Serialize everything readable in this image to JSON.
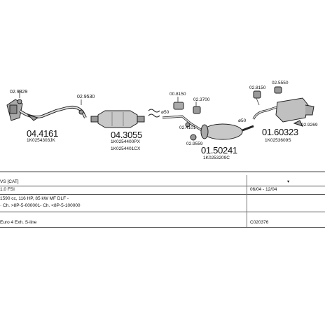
{
  "parts": [
    {
      "ref": "02.9329",
      "number": "04.4161",
      "oem": "1K0254303JK"
    },
    {
      "ref": "02.9530",
      "number": "04.3055",
      "oem1": "1K0254400PX",
      "oem2": "1K0254401CX"
    },
    {
      "ref1": "00.8150",
      "ref2": "02.3700",
      "ref3": "02.4101",
      "ref4": "02.9559",
      "number": "01.50241",
      "oem": "1K0253209C"
    },
    {
      "ref1": "02.8150",
      "ref2": "02.5550",
      "ref3": "02.9269",
      "number": "01.60323",
      "oem": "1K0253609S"
    }
  ],
  "dims": {
    "d1": "ø50",
    "d2": "ø50"
  },
  "info": {
    "model": "VS [CAT]",
    "engine": "1.0 FSI",
    "dates": "06/04 - 12/04",
    "power": "1590 cc, 116 HP, 85 kW MF DLF -",
    "chassis": "· Ch. >8P-5-000001- Ch. <8P-5-100000",
    "emission": "Euro 4 Exh. S-line",
    "code": "C020376"
  },
  "colors": {
    "line": "#222222",
    "gray": "#888888",
    "fill": "#bbbbbb"
  }
}
